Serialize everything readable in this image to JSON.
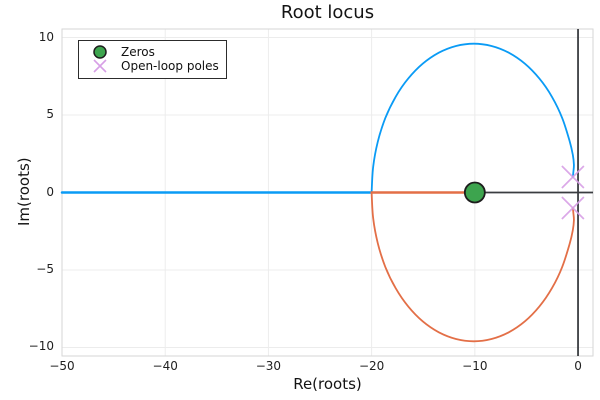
{
  "chart_data": {
    "type": "line",
    "title": "Root locus",
    "xlabel": "Re(roots)",
    "ylabel": "Im(roots)",
    "xlim": [
      -50,
      1.45
    ],
    "ylim": [
      -10.55,
      10.55
    ],
    "grid": true,
    "xticks": {
      "values": [
        -50,
        -40,
        -30,
        -20,
        -10,
        0
      ],
      "labels": [
        "−50",
        "−40",
        "−30",
        "−20",
        "−10",
        "0"
      ]
    },
    "yticks": {
      "values": [
        -10,
        -5,
        0,
        5,
        10
      ],
      "labels": [
        "−10",
        "−5",
        "0",
        "5",
        "10"
      ]
    },
    "colors": {
      "grid": "#ececec",
      "frame": "#d6d6d6",
      "axis": "#3a3d41",
      "blue_branch": "#0a9bf5",
      "orange_branch": "#e36f47",
      "zero_green": "#3da44e",
      "pole_plum": "#d79fe6"
    },
    "series": [
      {
        "name": "locus-branch-1-real-axis",
        "color": "#0a9bf5",
        "width": 2.5,
        "points": [
          [
            -50,
            0
          ],
          [
            -20,
            0
          ]
        ]
      },
      {
        "name": "locus-branch-1-circle",
        "color": "#0a9bf5",
        "width": 1.8,
        "points": [
          [
            -20,
            0
          ],
          [
            -19.85,
            1.67
          ],
          [
            -19.4,
            3.28
          ],
          [
            -18.67,
            4.8
          ],
          [
            -17.68,
            6.17
          ],
          [
            -16.46,
            7.35
          ],
          [
            -15.05,
            8.31
          ],
          [
            -13.49,
            9.02
          ],
          [
            -11.82,
            9.45
          ],
          [
            -10.1,
            9.6
          ],
          [
            -8.38,
            9.45
          ],
          [
            -6.71,
            9.02
          ],
          [
            -5.15,
            8.31
          ],
          [
            -3.74,
            7.35
          ],
          [
            -2.52,
            6.17
          ],
          [
            -1.53,
            4.8
          ],
          [
            -0.8,
            3.28
          ],
          [
            -0.5,
            2.4
          ],
          [
            -0.4,
            1.8
          ],
          [
            -0.45,
            1.35
          ],
          [
            -0.5,
            1
          ]
        ]
      },
      {
        "name": "locus-branch-2-circle",
        "color": "#e36f47",
        "width": 1.8,
        "points": [
          [
            -0.5,
            -1
          ],
          [
            -0.45,
            -1.35
          ],
          [
            -0.4,
            -1.8
          ],
          [
            -0.5,
            -2.4
          ],
          [
            -0.8,
            -3.28
          ],
          [
            -1.53,
            -4.8
          ],
          [
            -2.52,
            -6.17
          ],
          [
            -3.74,
            -7.35
          ],
          [
            -5.15,
            -8.31
          ],
          [
            -6.71,
            -9.02
          ],
          [
            -8.38,
            -9.45
          ],
          [
            -10.1,
            -9.6
          ],
          [
            -11.82,
            -9.45
          ],
          [
            -13.49,
            -9.02
          ],
          [
            -15.05,
            -8.31
          ],
          [
            -16.46,
            -7.35
          ],
          [
            -17.68,
            -6.17
          ],
          [
            -18.67,
            -4.8
          ],
          [
            -19.4,
            -3.28
          ],
          [
            -19.85,
            -1.67
          ],
          [
            -20,
            0
          ]
        ]
      },
      {
        "name": "locus-branch-2-real-axis",
        "color": "#e36f47",
        "width": 2.5,
        "points": [
          [
            -20,
            0
          ],
          [
            -10,
            0
          ]
        ]
      }
    ],
    "markers": {
      "zeros": {
        "label": "Zeros",
        "shape": "circle",
        "color": "#3da44e",
        "edge": "#1d1d1d",
        "size": 10,
        "points": [
          [
            -10,
            0
          ]
        ]
      },
      "poles": {
        "label": "Open-loop poles",
        "shape": "x",
        "color": "#d79fe6",
        "size": 11,
        "points": [
          [
            -0.5,
            1
          ],
          [
            -0.5,
            -1
          ]
        ]
      }
    },
    "legend": {
      "position": "top-left",
      "entries": [
        {
          "label": "Zeros"
        },
        {
          "label": "Open-loop poles"
        }
      ]
    }
  }
}
